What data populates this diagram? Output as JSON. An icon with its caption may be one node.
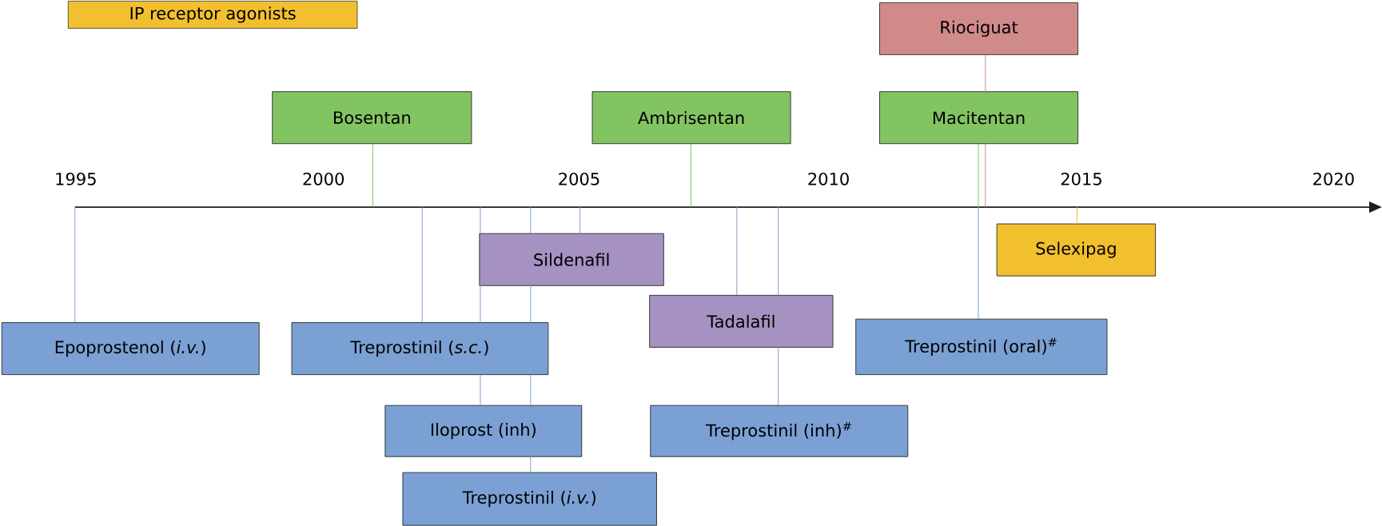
{
  "diagram": {
    "nodes": [
      {
        "text": [
          "Riociguat"
        ]
      },
      {
        "text": [
          "Bosentan"
        ]
      },
      {
        "text": [
          "Ambrisentan"
        ]
      },
      {
        "text": [
          "Macitentan"
        ]
      },
      {
        "text": [
          "Sildenafil"
        ]
      },
      {
        "text": [
          "Selexipag"
        ]
      },
      {
        "text": [
          "Tadalafil"
        ]
      },
      {
        "text": [
          "Epoprostenol (*i.v.*)"
        ]
      },
      {
        "text": [
          "Treprostinil (*s.c.*)"
        ]
      },
      {
        "text": [
          "Treprostinil (oral)$^{#}$"
        ]
      },
      {
        "text": [
          "Iloprost (inh)"
        ]
      },
      {
        "text": [
          "Treprostinil (inh)$^{#}$"
        ]
      },
      {
        "text": [
          "Treprostinil (*i.v.*)"
        ]
      }
    ],
    "edges": [
      {
        "from": 0,
        "to": null,
        "arrow": "none",
        "color": "#d08a8a"
      },
      {
        "from": 1,
        "to": null,
        "arrow": "none",
        "color": "#82c462"
      },
      {
        "from": 2,
        "to": null,
        "arrow": "none",
        "color": "#82c462"
      },
      {
        "from": 3,
        "to": null,
        "arrow": "none",
        "color": "#82c462"
      },
      {
        "from": 4,
        "to": null,
        "arrow": "none",
        "color": "#a592c2"
      },
      {
        "from": 5,
        "to": null,
        "arrow": "none",
        "color": "#f2bf2f"
      },
      {
        "from": 6,
        "to": null,
        "arrow": "none",
        "color": "#a592c2"
      },
      {
        "from": 7,
        "to": null,
        "arrow": "none"
      },
      {
        "from": 8,
        "to": null,
        "arrow": "none"
      },
      {
        "from": 9,
        "to": null,
        "arrow": "none"
      },
      {
        "from": 10,
        "to": null,
        "arrow": "none"
      },
      {
        "from": 11,
        "to": null,
        "arrow": "none"
      },
      {
        "from": 12,
        "to": null,
        "arrow": "none"
      }
    ],
    "labels": [
      "1995",
      "2000",
      "2005",
      "2010",
      "2015",
      "2020"
    ],
    "legend": [
      {
        "text": "IP receptor agonists",
        "color": "#f2bf2f"
      }
    ]
  }
}
